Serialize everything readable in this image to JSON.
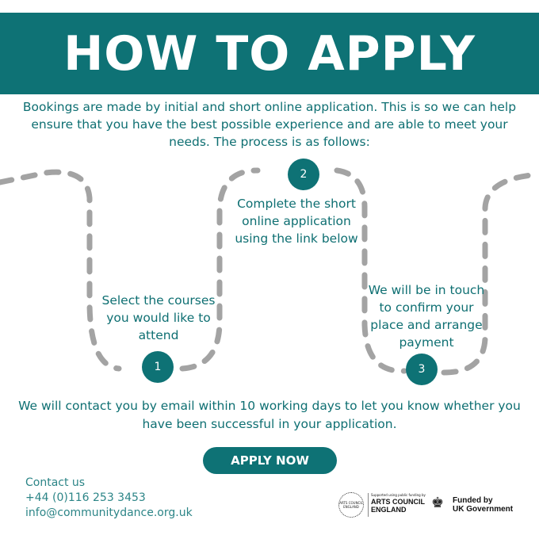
{
  "banner": {
    "title": "HOW TO APPLY"
  },
  "intro": "Bookings are made by initial and short online application. This is so we can help ensure that you have the best possible experience and are able to meet your needs. The process is as follows:",
  "steps": [
    {
      "number": "1",
      "text": "Select the courses you would like to attend"
    },
    {
      "number": "2",
      "text": "Complete the short online application using the link below"
    },
    {
      "number": "3",
      "text": "We will be in touch to confirm your place and arrange payment"
    }
  ],
  "outro": "We will contact you by email within 10 working days to let you know whether you have been successful in your application.",
  "apply_button": "APPLY NOW",
  "contact": {
    "heading": "Contact us",
    "phone": "+44 (0)116 253 3453",
    "email": "info@communitydance.org.uk"
  },
  "logos": {
    "arts_council_seal": "ARTS COUNCIL ENGLAND",
    "arts_council_tagline": "Supported using public funding by",
    "arts_council_name_1": "ARTS COUNCIL",
    "arts_council_name_2": "ENGLAND",
    "gov_line_1": "Funded by",
    "gov_line_2": "UK Government",
    "crest_icon": "royal-crest-icon"
  },
  "colors": {
    "primary": "#0e7275",
    "dash": "#a3a3a3",
    "background": "#ffffff"
  }
}
